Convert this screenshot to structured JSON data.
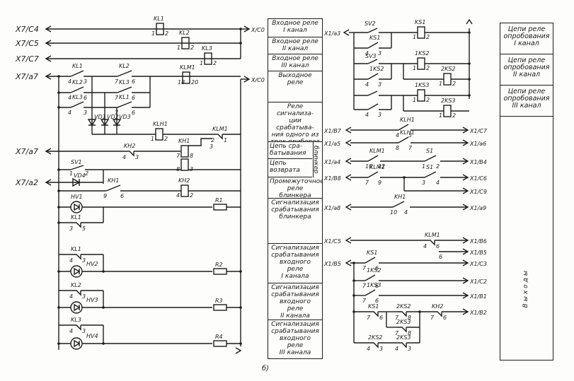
{
  "figure_label": "б)",
  "left_panel": {
    "terminals_left": [
      "X7/C4",
      "X7/C5",
      "X7/C7",
      "X7/a7",
      "X7/a7",
      "X7/a2"
    ],
    "terminals_right": [
      "X/C0",
      "X/C0"
    ],
    "relay_coils": [
      {
        "name": "KL1",
        "pins": [
          "1",
          "2"
        ]
      },
      {
        "name": "KL2",
        "pins": [
          "1",
          "2"
        ]
      },
      {
        "name": "KL3",
        "pins": [
          "1",
          "2"
        ]
      },
      {
        "name": "KLM1",
        "pins": [
          "18",
          "20"
        ]
      },
      {
        "name": "KLH1",
        "pins": [
          "1",
          "2"
        ]
      },
      {
        "name": "KH1",
        "pins": [
          "7",
          "8",
          "8",
          "3"
        ]
      },
      {
        "name": "KH2",
        "pins": [
          "4",
          "2"
        ]
      }
    ],
    "contacts": [
      {
        "name": "KL1",
        "pins": [
          "4",
          "3"
        ]
      },
      {
        "name": "KL2",
        "pins": [
          "4",
          "6"
        ]
      },
      {
        "name": "KL3",
        "pins": [
          "4",
          "3"
        ]
      },
      {
        "name": "KL2",
        "pins": [
          "7",
          "6"
        ]
      },
      {
        "name": "KL3",
        "pins": [
          "7",
          "6"
        ]
      },
      {
        "name": "KL1",
        "pins": [
          "7",
          "6"
        ]
      },
      {
        "name": "KLM1",
        "pins": [
          "2",
          "1"
        ]
      },
      {
        "name": "KH2",
        "pins": [
          "4",
          "3"
        ]
      },
      {
        "name": "SV1",
        "pins": [
          "1",
          "2"
        ]
      },
      {
        "name": "KH1",
        "pins": [
          "9",
          "6"
        ]
      },
      {
        "name": "KL1",
        "pins": [
          "3",
          "5"
        ]
      },
      {
        "name": "KL1",
        "pins": [
          "4",
          "3"
        ]
      },
      {
        "name": "KL2",
        "pins": [
          "4",
          "3"
        ]
      },
      {
        "name": "KL3",
        "pins": [
          "4",
          "3"
        ]
      }
    ],
    "diodes": [
      "VD1",
      "VD2",
      "VD3",
      "VD4"
    ],
    "lamps": [
      "HV1",
      "HV2",
      "HV3",
      "HV4"
    ],
    "resistors": [
      "R1",
      "R2",
      "R3",
      "R4"
    ],
    "extra_pin": "3"
  },
  "middle_column": [
    "Входное реле\nI канал",
    "Входное реле\nII канал",
    "Входное реле\nIII канал",
    "Выходное\nреле",
    "Реле сигнализа-\nции срабатыва-\nния одного из\nтрех приборов\nзащиты",
    "Цепь сра-\nбатывания",
    "Цепь\nвозврата",
    "Промежуточное\nреле\nблинкера",
    "Сигнализация\nсрабатывания\nблинкера",
    "Сигнализация\nсрабатывания\nвходного\nреле\nI канала",
    "Сигнализация\nсрабатывания\nвходного\nреле\nII канала",
    "Сигнализация\nсрабатывания\nвходного\nреле\nIII канала"
  ],
  "blinker_label": "блинкер",
  "right_panel": {
    "top": {
      "terminal": "X1/a3",
      "switches": [
        "SV2",
        "SV3"
      ],
      "coils": [
        {
          "name": "KS1",
          "pins": [
            "1",
            "2"
          ]
        },
        {
          "name": "1KS2",
          "pins": [
            "1",
            "2"
          ]
        },
        {
          "name": "2KS2",
          "pins": [
            "1",
            "2"
          ]
        },
        {
          "name": "1KS3",
          "pins": [
            "1",
            "2"
          ]
        },
        {
          "name": "2KS3",
          "pins": [
            "1",
            "2"
          ]
        }
      ],
      "contacts": [
        {
          "name": "KS1",
          "pins": [
            "4",
            "3"
          ]
        },
        {
          "name": "1KS2",
          "pins": [
            "4",
            "3"
          ]
        },
        {
          "name": "",
          "pins": [
            "4",
            "3"
          ]
        }
      ],
      "sw_pins": [
        "1",
        "2",
        "1",
        "2",
        "1",
        "2"
      ]
    },
    "rows": [
      {
        "left": "X1/B7",
        "right": "X1/C7",
        "contact": "KLH1",
        "pins": [
          "4",
          "5"
        ]
      },
      {
        "left": "X1/a5",
        "right": "X1/a6",
        "contact": "KLH1",
        "pins": [
          "8",
          "7"
        ]
      },
      {
        "left": "X1/a4",
        "right": "X1/B4",
        "contact": "KLM1",
        "pins": [
          "10",
          "12"
        ],
        "contact2": "S1",
        "pins2": [
          "1",
          "2"
        ]
      },
      {
        "left": "X1/B8",
        "right": "X1/C6",
        "contact": "KLM1",
        "pins": [
          "7",
          "9"
        ],
        "contact2": "S1",
        "pins2": [
          "3",
          "4"
        ]
      },
      {
        "left": "",
        "right": "X1/C9"
      },
      {
        "left": "X1/a8",
        "right": "X1/a9",
        "contact": "KH1",
        "pins": [
          "10",
          "4"
        ]
      },
      {
        "left": "X1/C5",
        "right": "X1/B6",
        "contact": "KLM1",
        "pins": [
          "4",
          "6"
        ]
      },
      {
        "left": "",
        "right": "X1/B5",
        "pins": [
          "6"
        ]
      },
      {
        "left": "X1/B5",
        "right": "X1/C3",
        "contact": "KS1",
        "pins": [
          "7",
          "6"
        ]
      },
      {
        "left": "",
        "right": "X1/C2",
        "contact": "1KS2",
        "pins": [
          "7",
          "6"
        ]
      },
      {
        "left": "",
        "right": "X1/B1",
        "contact": "1KS3",
        "pins": [
          "7",
          "6"
        ]
      },
      {
        "left": "",
        "right": "X1/B2",
        "contact": "KS1",
        "pins": [
          "7",
          "6"
        ],
        "contact2": "2KS2",
        "pins2": [
          "7",
          "8"
        ],
        "contact3": "KH2",
        "pins3": [
          "7",
          "6"
        ]
      }
    ],
    "bottom_contacts": [
      {
        "name": "2KS3",
        "pins": [
          "7",
          "8"
        ]
      },
      {
        "name": "2KS2",
        "pins": [
          "4",
          "3"
        ]
      },
      {
        "name": "2KS3",
        "pins": [
          "4",
          "3"
        ]
      }
    ]
  },
  "right_column": [
    "Цепи реле\nопробования\nI канал",
    "Цепи реле\nопробования\nII канал",
    "Цепи реле\nопробования\nIII канал"
  ],
  "outputs_label": "Выходы"
}
